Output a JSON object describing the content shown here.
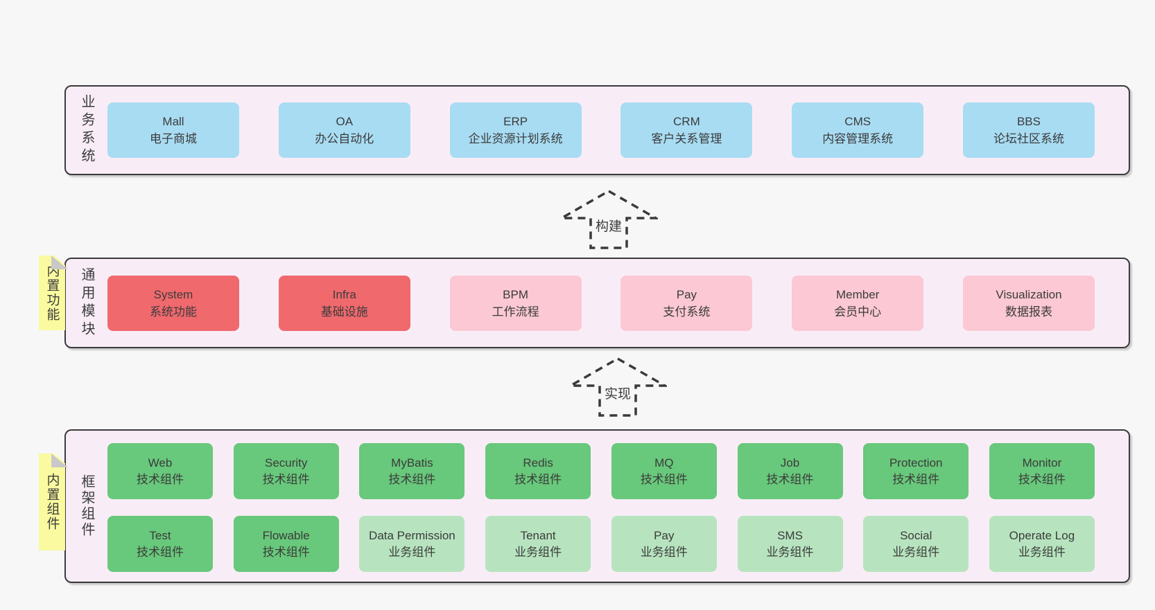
{
  "colors": {
    "page_bg": "#f7f7f7",
    "container_bg": "#f8edf6",
    "container_border": "#3a3a3a",
    "blue_box": "#a8dcf3",
    "red_box": "#f0696d",
    "pink_box": "#fbc8d3",
    "green_box": "#68c87b",
    "light_green_box": "#b7e4bf",
    "sticky_note": "#fafaa0",
    "note_fold": "#c9c9c9",
    "text": "#3b3b3b"
  },
  "arrows": [
    {
      "label": "构建"
    },
    {
      "label": "实现"
    }
  ],
  "layers": [
    {
      "label": "业务系统",
      "boxes": [
        {
          "en": "Mall",
          "zh": "电子商城",
          "variant": "blue"
        },
        {
          "en": "OA",
          "zh": "办公自动化",
          "variant": "blue"
        },
        {
          "en": "ERP",
          "zh": "企业资源计划系统",
          "variant": "blue"
        },
        {
          "en": "CRM",
          "zh": "客户关系管理",
          "variant": "blue"
        },
        {
          "en": "CMS",
          "zh": "内容管理系统",
          "variant": "blue"
        },
        {
          "en": "BBS",
          "zh": "论坛社区系统",
          "variant": "blue"
        }
      ]
    },
    {
      "label": "通用模块",
      "note": "内置功能",
      "boxes": [
        {
          "en": "System",
          "zh": "系统功能",
          "variant": "red"
        },
        {
          "en": "Infra",
          "zh": "基础设施",
          "variant": "red"
        },
        {
          "en": "BPM",
          "zh": "工作流程",
          "variant": "pink"
        },
        {
          "en": "Pay",
          "zh": "支付系统",
          "variant": "pink"
        },
        {
          "en": "Member",
          "zh": "会员中心",
          "variant": "pink"
        },
        {
          "en": "Visualization",
          "zh": "数据报表",
          "variant": "pink"
        }
      ]
    },
    {
      "label": "框架组件",
      "note": "内置组件",
      "rows": [
        [
          {
            "en": "Web",
            "zh": "技术组件",
            "variant": "green"
          },
          {
            "en": "Security",
            "zh": "技术组件",
            "variant": "green"
          },
          {
            "en": "MyBatis",
            "zh": "技术组件",
            "variant": "green"
          },
          {
            "en": "Redis",
            "zh": "技术组件",
            "variant": "green"
          },
          {
            "en": "MQ",
            "zh": "技术组件",
            "variant": "green"
          },
          {
            "en": "Job",
            "zh": "技术组件",
            "variant": "green"
          },
          {
            "en": "Protection",
            "zh": "技术组件",
            "variant": "green"
          },
          {
            "en": "Monitor",
            "zh": "技术组件",
            "variant": "green"
          }
        ],
        [
          {
            "en": "Test",
            "zh": "技术组件",
            "variant": "green"
          },
          {
            "en": "Flowable",
            "zh": "技术组件",
            "variant": "green"
          },
          {
            "en": "Data Permission",
            "zh": "业务组件",
            "variant": "green-light"
          },
          {
            "en": "Tenant",
            "zh": "业务组件",
            "variant": "green-light"
          },
          {
            "en": "Pay",
            "zh": "业务组件",
            "variant": "green-light"
          },
          {
            "en": "SMS",
            "zh": "业务组件",
            "variant": "green-light"
          },
          {
            "en": "Social",
            "zh": "业务组件",
            "variant": "green-light"
          },
          {
            "en": "Operate Log",
            "zh": "业务组件",
            "variant": "green-light"
          }
        ]
      ]
    }
  ]
}
